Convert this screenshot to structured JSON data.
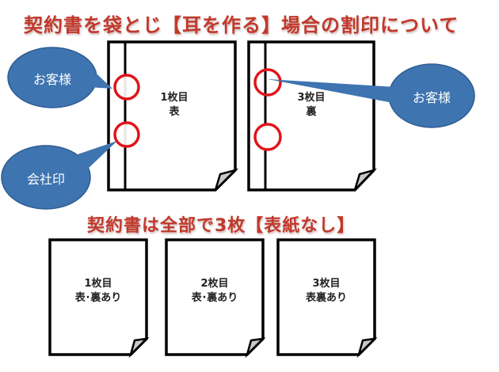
{
  "title": "契約書を袋とじ【耳を作る】場合の割印について",
  "subtitle": "契約書は全部で3枚【表紙なし】",
  "colors": {
    "title_text": "#c0392b",
    "bubble_fill": "#3e74b0",
    "seal_circle": "#e0141b",
    "page_outline": "#000000"
  },
  "top_pages": [
    {
      "line1": "1枚目",
      "line2": "表"
    },
    {
      "line1": "3枚目",
      "line2": "裏"
    }
  ],
  "callouts": [
    {
      "label": "お客様",
      "target": "top-left-page upper seal"
    },
    {
      "label": "会社印",
      "target": "top-left-page lower seal"
    },
    {
      "label": "お客様",
      "target": "top-right-page upper seal"
    }
  ],
  "bottom_pages": [
    {
      "line1": "1枚目",
      "line2": "表･裏あり"
    },
    {
      "line1": "2枚目",
      "line2": "表･裏あり"
    },
    {
      "line1": "3枚目",
      "line2": "表裏あり"
    }
  ]
}
